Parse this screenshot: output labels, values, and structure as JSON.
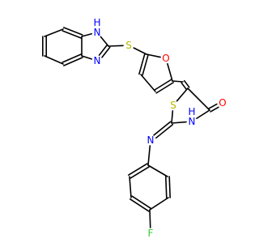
{
  "molecule": {
    "atoms": [
      {
        "id": "c1",
        "label": ""
      },
      {
        "id": "c2",
        "label": ""
      },
      {
        "id": "c3",
        "label": ""
      },
      {
        "id": "c4",
        "label": ""
      },
      {
        "id": "c5",
        "label": ""
      },
      {
        "id": "c6",
        "label": ""
      },
      {
        "id": "n1",
        "label": "N",
        "h": "H",
        "color": "#0000ff"
      },
      {
        "id": "c7",
        "label": ""
      },
      {
        "id": "n2",
        "label": "N",
        "color": "#0000ff"
      },
      {
        "id": "s1",
        "label": "S",
        "color": "#b8b800"
      },
      {
        "id": "f1",
        "label": ""
      },
      {
        "id": "f2",
        "label": ""
      },
      {
        "id": "f3",
        "label": ""
      },
      {
        "id": "f4",
        "label": ""
      },
      {
        "id": "o1",
        "label": "O",
        "color": "#ff0000"
      },
      {
        "id": "cm",
        "label": ""
      },
      {
        "id": "t5",
        "label": ""
      },
      {
        "id": "t4",
        "label": ""
      },
      {
        "id": "o2",
        "label": "O",
        "color": "#ff0000"
      },
      {
        "id": "n3",
        "label": "N",
        "h": "H",
        "color": "#0000ff"
      },
      {
        "id": "t2",
        "label": ""
      },
      {
        "id": "s2",
        "label": "S",
        "color": "#b8b800"
      },
      {
        "id": "n4",
        "label": "N",
        "color": "#0000ff"
      },
      {
        "id": "p1",
        "label": ""
      },
      {
        "id": "p2",
        "label": ""
      },
      {
        "id": "p3",
        "label": ""
      },
      {
        "id": "p4",
        "label": ""
      },
      {
        "id": "p5",
        "label": ""
      },
      {
        "id": "p6",
        "label": ""
      },
      {
        "id": "f",
        "label": "F",
        "color": "#33cc33"
      }
    ],
    "bonds": [
      {
        "a": "c1",
        "b": "c2",
        "order": 2
      },
      {
        "a": "c2",
        "b": "c3",
        "order": 1
      },
      {
        "a": "c3",
        "b": "c4",
        "order": 2
      },
      {
        "a": "c4",
        "b": "c5",
        "order": 1
      },
      {
        "a": "c5",
        "b": "c6",
        "order": 2
      },
      {
        "a": "c6",
        "b": "c1",
        "order": 1
      },
      {
        "a": "c1",
        "b": "n1",
        "order": 1
      },
      {
        "a": "n1",
        "b": "c7",
        "order": 1
      },
      {
        "a": "c7",
        "b": "n2",
        "order": 2
      },
      {
        "a": "n2",
        "b": "c6",
        "order": 1
      },
      {
        "a": "c7",
        "b": "s1",
        "order": 1
      },
      {
        "a": "s1",
        "b": "f1",
        "order": 1
      },
      {
        "a": "f1",
        "b": "o1",
        "order": 1
      },
      {
        "a": "o1",
        "b": "f4",
        "order": 1
      },
      {
        "a": "f1",
        "b": "f2",
        "order": 2
      },
      {
        "a": "f2",
        "b": "f3",
        "order": 1
      },
      {
        "a": "f3",
        "b": "f4",
        "order": 2
      },
      {
        "a": "f4",
        "b": "cm",
        "order": 1
      },
      {
        "a": "cm",
        "b": "t5",
        "order": 2
      },
      {
        "a": "t5",
        "b": "t4",
        "order": 1
      },
      {
        "a": "t4",
        "b": "o2",
        "order": 2
      },
      {
        "a": "t4",
        "b": "n3",
        "order": 1
      },
      {
        "a": "n3",
        "b": "t2",
        "order": 1
      },
      {
        "a": "t2",
        "b": "s2",
        "order": 1
      },
      {
        "a": "s2",
        "b": "t5",
        "order": 1
      },
      {
        "a": "t2",
        "b": "n4",
        "order": 2
      },
      {
        "a": "n4",
        "b": "p1",
        "order": 1
      },
      {
        "a": "p1",
        "b": "p2",
        "order": 2
      },
      {
        "a": "p2",
        "b": "p3",
        "order": 1
      },
      {
        "a": "p3",
        "b": "p4",
        "order": 2
      },
      {
        "a": "p4",
        "b": "p5",
        "order": 1
      },
      {
        "a": "p5",
        "b": "p6",
        "order": 2
      },
      {
        "a": "p6",
        "b": "p1",
        "order": 1
      },
      {
        "a": "p4",
        "b": "f",
        "order": 1
      }
    ]
  }
}
